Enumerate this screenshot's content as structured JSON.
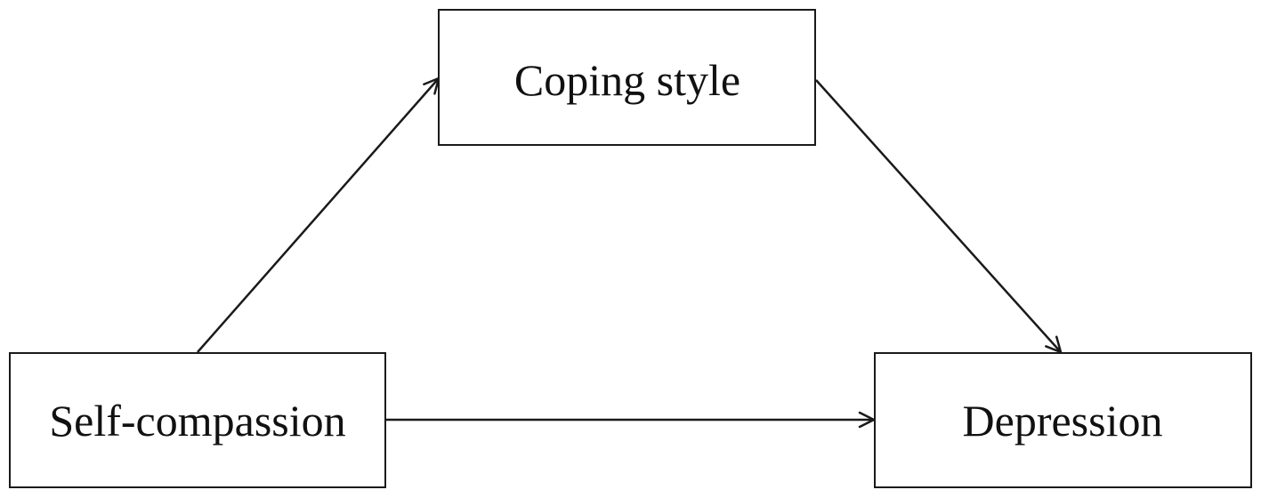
{
  "diagram": {
    "nodes": {
      "mediator": {
        "label": "Coping style"
      },
      "predictor": {
        "label": "Self-compassion"
      },
      "outcome": {
        "label": "Depression"
      }
    },
    "edges": [
      {
        "from": "predictor",
        "to": "mediator"
      },
      {
        "from": "mediator",
        "to": "outcome"
      },
      {
        "from": "predictor",
        "to": "outcome"
      }
    ],
    "colors": {
      "stroke": "#1a1a1a",
      "text": "#111111",
      "background": "#ffffff"
    }
  }
}
